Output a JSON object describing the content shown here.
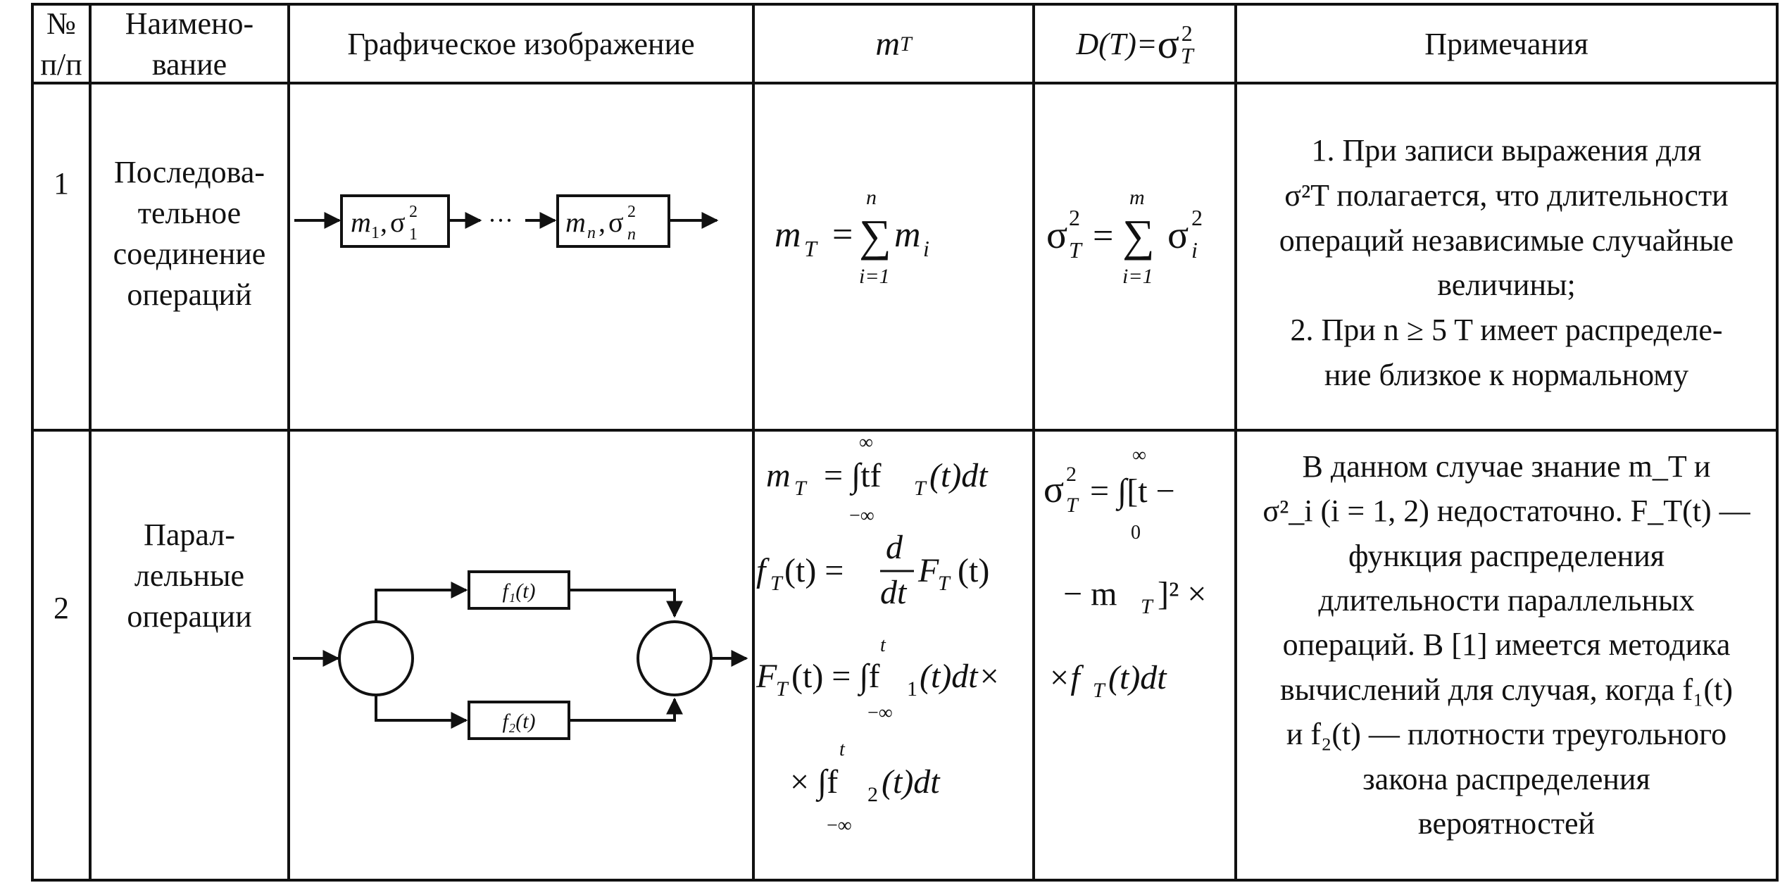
{
  "table": {
    "headers": {
      "num": [
        "№",
        "п/п"
      ],
      "name": [
        "Наимено-",
        "вание"
      ],
      "graphic": "Графическое изображение",
      "mt_main": "m",
      "mt_sub": "T",
      "dt_prefix": "D(T)= ",
      "dt_sigma": "σ",
      "dt_sup": "2",
      "dt_sub": "T",
      "notes": "Примечания"
    },
    "rows": [
      {
        "num": "1",
        "name": [
          "Последова-",
          "тельное",
          "соединение",
          "операций"
        ],
        "diagram": {
          "box1": {
            "m": "m",
            "msub": "1",
            "sigma": "σ",
            "sup": "2",
            "sub": "1"
          },
          "dots": "···",
          "box2": {
            "m": "m",
            "msub": "n",
            "sigma": "σ",
            "sup": "2",
            "sub": "n"
          }
        },
        "mt": {
          "lhs": "m",
          "lhs_sub": "T",
          "eq": "=",
          "sum_top": "n",
          "sum": "∑",
          "sum_bottom": "i=1",
          "term": "m",
          "term_sub": "i"
        },
        "dt": {
          "lhs": "σ",
          "lhs_sup": "2",
          "lhs_sub": "T",
          "eq": "=",
          "sum_top": "m",
          "sum": "∑",
          "sum_bottom": "i=1",
          "term": "σ",
          "term_sup": "2",
          "term_sub": "i"
        },
        "notes": [
          "1. При записи выражения для",
          "σ²T полагается, что длительности",
          "операций независимые случайные",
          "величины;",
          "2. При  n ≥ 5 T имеет распределе-",
          "ние близкое к нормальному"
        ]
      },
      {
        "num": "2",
        "name": [
          "Парал-",
          "лельные",
          "операции"
        ],
        "diagram": {
          "f1": "f₁(t)",
          "f2": "f₂(t)"
        },
        "mt": [
          "m_T = ∫ t f_T(t) dt   (−∞ … ∞)",
          "f_T(t) = d/dt F_T(t)",
          "F_T(t) = ∫ f₁(t) dt ×   (−∞ … t)",
          "× ∫ f₂(t) dt   (−∞ … t)"
        ],
        "mt_parts": {
          "l1_lhs": "m",
          "l1_sub": "T",
          "l1_rest": "= ∫tf",
          "l1_fsub": "T",
          "l1_tail": "(t)dt",
          "l1_top": "∞",
          "l1_bot": "−∞",
          "l2_f": "f",
          "l2_sub": "T",
          "l2_mid": "(t) =",
          "l2_num": "d",
          "l2_den": "dt",
          "l2_F": "F",
          "l2_Fsub": "T",
          "l2_tail": "(t)",
          "l3_F": "F",
          "l3_sub": "T",
          "l3_mid": "(t) = ∫f",
          "l3_fsub": "1",
          "l3_tail": "(t)dt×",
          "l3_top": "t",
          "l3_bot": "−∞",
          "l4": "× ∫f",
          "l4_sub": "2",
          "l4_tail": "(t)dt",
          "l4_top": "t",
          "l4_bot": "−∞"
        },
        "dt": {
          "l1_lhs": "σ",
          "l1_sup": "2",
          "l1_sub": "T",
          "l1_rest": "= ∫[t −",
          "l1_top": "∞",
          "l1_bot": "0",
          "l2": "− m",
          "l2_sub": "T",
          "l2_tail": "]² ×",
          "l3": "×f",
          "l3_sub": "T",
          "l3_tail": "(t)dt"
        },
        "notes": [
          "В данном случае знание m_T и",
          "σ²_i (i = 1, 2) недостаточно. F_T(t) —",
          "функция распределения",
          "длительности параллельных",
          "операций. В [1] имеется методика",
          "вычислений для случая, когда f₁(t)",
          "и f₂(t) — плотности треугольного",
          "закона распределения",
          "вероятностей"
        ]
      }
    ]
  }
}
